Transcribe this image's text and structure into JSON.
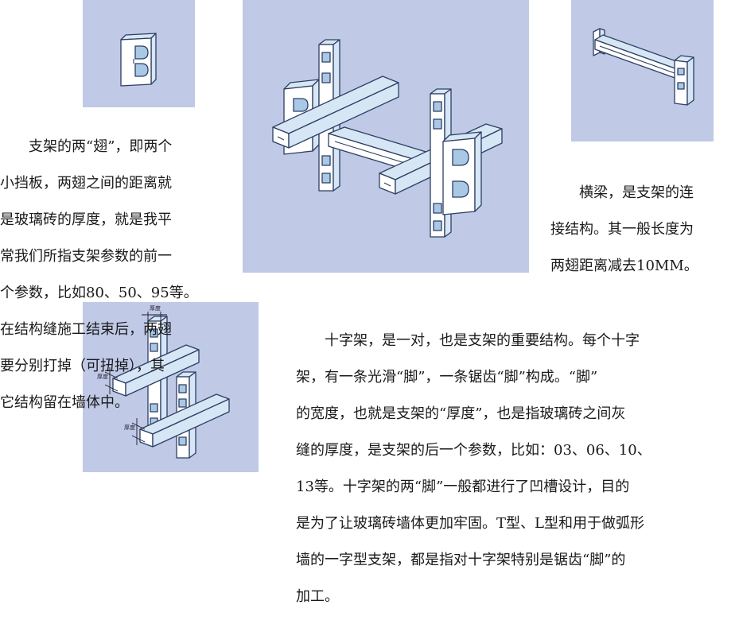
{
  "wing_text": [
    "　　支架的两“翅”，即两个",
    "小挡板，两翅之间的距离就",
    "是玻璃砖的厚度，就是我平",
    "常我们所指支架参数的前一",
    "个参数，比如80、50、95等。",
    "在结构缝施工结束后，两翅",
    "要分别打掉（可扭掉），其",
    "它结构留在墙体中。"
  ],
  "beam_text": [
    "　　横梁，是支架的连",
    "接结构。其一般长度为",
    "两翅距离减去10MM。"
  ],
  "cross_text": [
    "　　十字架，是一对，也是支架的重要结构。每个十字",
    "架，有一条光滑“脚”，一条锯齿“脚”构成。“脚”",
    "的宽度，也就是支架的“厚度”，也是指玻璃砖之间灰",
    "缝的厚度，是支架的后一个参数，比如：03、06、10、",
    "13等。十字架的两“脚”一般都进行了凹槽设计，目的",
    "是为了让玻璃砖墙体更加牢固。T型、L型和用于做弧形",
    "墙的一字型支架，都是指对十字架特别是锯齿“脚”的",
    "加工。"
  ],
  "dim_labels": {
    "top": "厚度",
    "left": "厚度",
    "bottom": "厚度"
  },
  "colors": {
    "panel": "#c0c9e6",
    "part_face": "#ffffff",
    "part_side": "#d6e6f5",
    "outline": "#2c3f63",
    "text": "#1a1a1a"
  }
}
